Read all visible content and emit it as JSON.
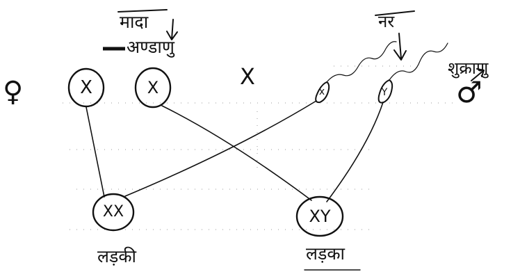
{
  "labels": {
    "female_parent": "मादा",
    "egg": "अण्डाणु",
    "male_parent": "नर",
    "sperm": "शुक्राणु",
    "cross_symbol": "X",
    "female_symbol": "♀",
    "male_symbol": "♂",
    "girl": "लड़की",
    "boy": "लड़का"
  },
  "cells": {
    "egg_1": "X",
    "egg_2": "X",
    "sperm_1": "x",
    "sperm_2": "Y",
    "child_girl": "XX",
    "child_boy": "XY"
  }
}
